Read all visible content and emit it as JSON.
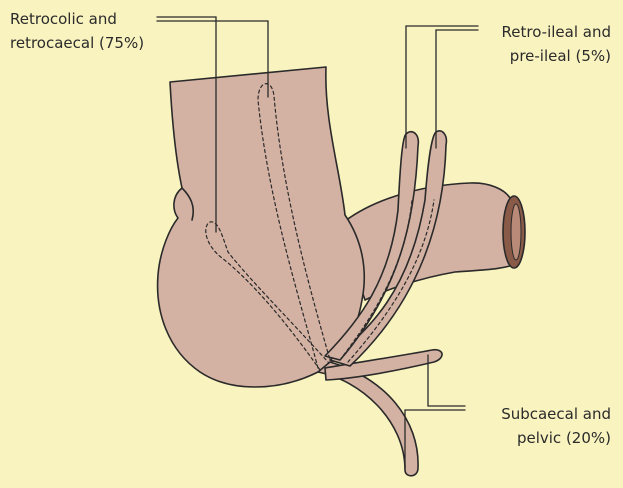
{
  "labels": {
    "retrocolic": {
      "line1": "Retrocolic and",
      "line2": "retrocaecal (75%)"
    },
    "retroileal": {
      "line1": "Retro-ileal and",
      "line2": "pre-ileal (5%)"
    },
    "subcaecal": {
      "line1": "Subcaecal and",
      "line2": "pelvic (20%)"
    }
  },
  "colors": {
    "background": "#f9f3bf",
    "tissue": "#d4b2a3",
    "outline": "#2a2a2a",
    "lumen": "#8a5a48"
  }
}
